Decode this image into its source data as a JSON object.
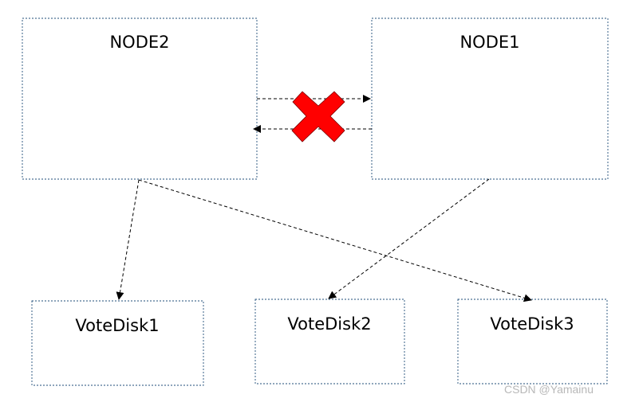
{
  "nodes": {
    "node2": {
      "label": "NODE2"
    },
    "node1": {
      "label": "NODE1"
    }
  },
  "disks": {
    "disk1": {
      "label": "VoteDisk1"
    },
    "disk2": {
      "label": "VoteDisk2"
    },
    "disk3": {
      "label": "VoteDisk3"
    }
  },
  "watermark": "CSDN @Yamainu",
  "colors": {
    "box_border": "#1f4e79",
    "cross_fill": "#ff0000",
    "connector": "#000000",
    "watermark": "#b8b8b8"
  }
}
